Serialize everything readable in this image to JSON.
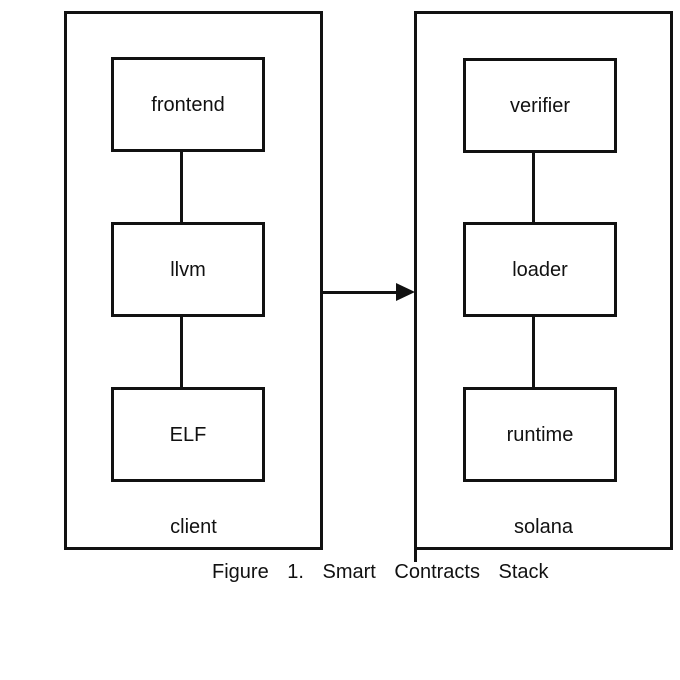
{
  "page": {
    "background_color": "#ffffff",
    "ink_color": "#111111"
  },
  "diagram": {
    "containers": [
      {
        "label": "client",
        "nodes": [
          "frontend",
          "llvm",
          "ELF"
        ]
      },
      {
        "label": "solana",
        "nodes": [
          "verifier",
          "loader",
          "runtime"
        ]
      }
    ],
    "arrow": {
      "from_container": "client",
      "to_container": "solana",
      "direction": "right"
    },
    "caption": "Figure 1. Smart Contracts Stack"
  }
}
